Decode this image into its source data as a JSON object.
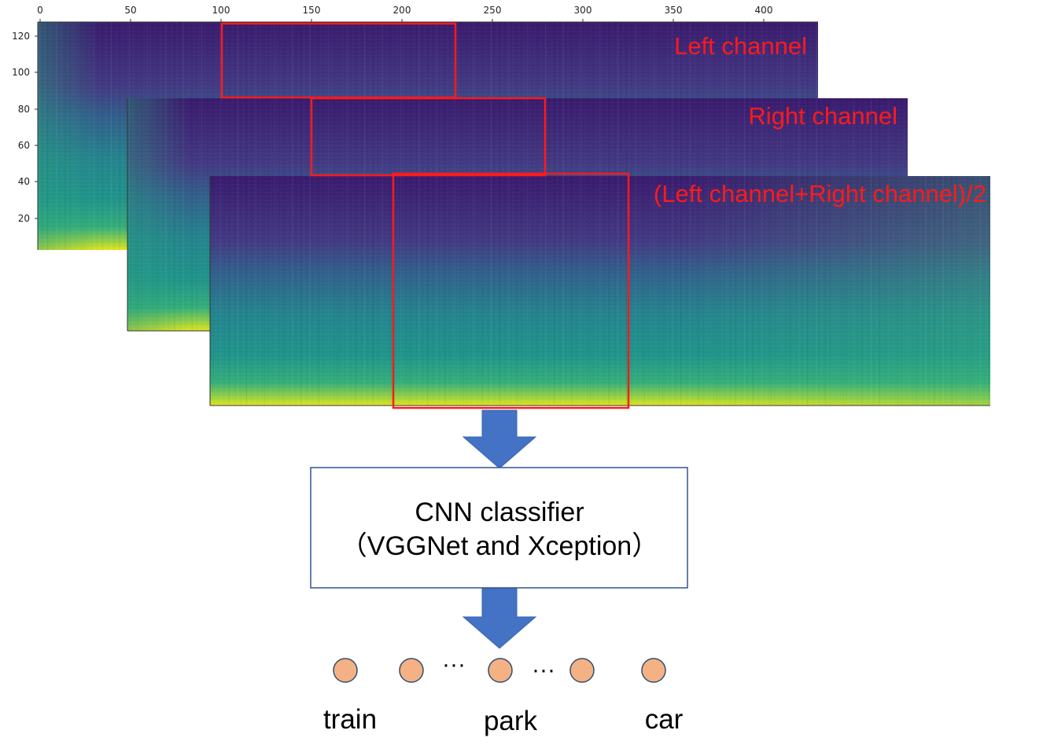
{
  "spectrograms": [
    {
      "label": "Left channel"
    },
    {
      "label": "Right channel"
    },
    {
      "label": "(Left channel+Right channel)/2"
    }
  ],
  "axes": {
    "x_ticks": [
      "0",
      "50",
      "100",
      "150",
      "200",
      "250",
      "300",
      "350",
      "400"
    ],
    "y_ticks": [
      "120",
      "100",
      "80",
      "60",
      "40",
      "20"
    ]
  },
  "classifier": {
    "line1": "CNN classifier",
    "line2": "（VGGNet and Xception）"
  },
  "outputs": {
    "ellipsis": "···",
    "labels": [
      "train",
      "park",
      "car"
    ]
  },
  "colors": {
    "highlight_box": "#ff1a1a",
    "arrow": "#4472c4",
    "node_fill": "#f4b183",
    "node_stroke": "#2f4f6f",
    "box_border": "#2f5597"
  }
}
